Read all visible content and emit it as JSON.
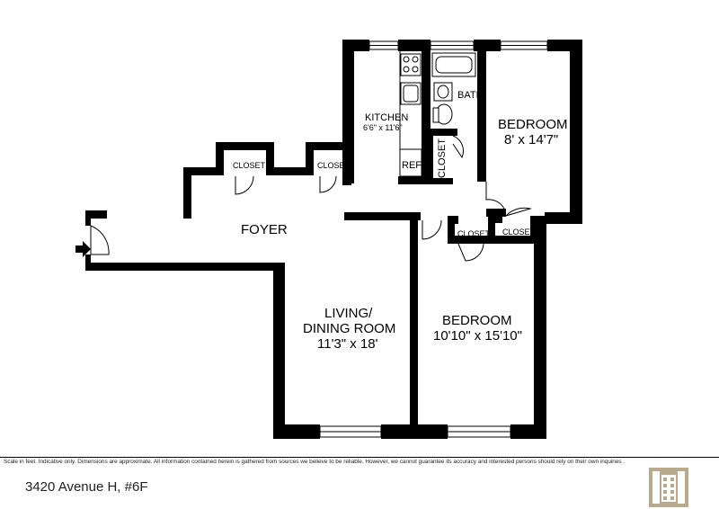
{
  "rooms": {
    "kitchen": {
      "name": "KITCHEN",
      "dims": "6'6\" x 11'6\""
    },
    "bath": {
      "name": "BATH"
    },
    "bedroom1": {
      "name": "BEDROOM",
      "dims": "8' x 14'7\""
    },
    "foyer": {
      "name": "FOYER"
    },
    "living": {
      "name_line1": "LIVING/",
      "name_line2": "DINING ROOM",
      "dims": "11'3\" x 18'"
    },
    "bedroom2": {
      "name": "BEDROOM",
      "dims": "10'10\" x 15'10\""
    }
  },
  "closets": {
    "c1": "CLOSET",
    "c2": "CLOSET",
    "c3": "CLOSET",
    "c4": "CLOSET",
    "c5": "CLOSET"
  },
  "fixtures": {
    "ref": "REF"
  },
  "footer": {
    "disclaimer": "Scale in feet. Indicative only. Dimensions are approximate. All information contained herein is gathered from sources we believe to be reliable. However, we cannot guarantee its accuracy and interested persons should rely on their own inquiries .",
    "address": "3420 Avenue H, #6F"
  },
  "colors": {
    "wall": "#000000",
    "logo": "#b7a98a"
  }
}
